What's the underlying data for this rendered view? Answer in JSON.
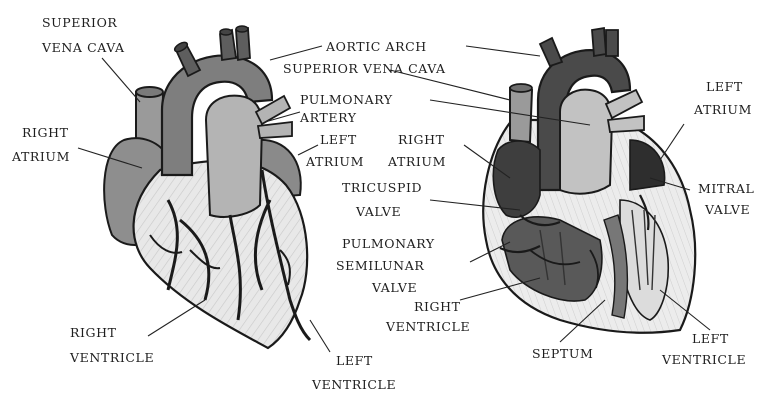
{
  "left_heart": {
    "superior_vena_cava": [
      "SUPERIOR",
      "VENA CAVA"
    ],
    "right_atrium": [
      "RIGHT",
      "ATRIUM"
    ],
    "right_ventricle": [
      "RIGHT",
      "VENTRICLE"
    ],
    "left_ventricle": [
      "LEFT",
      "VENTRICLE"
    ]
  },
  "shared": {
    "aortic_arch": "AORTIC ARCH",
    "superior_vena_cava": "SUPERIOR VENA CAVA",
    "pulmonary_artery": [
      "PULMONARY",
      "ARTERY"
    ],
    "left_atrium": [
      "LEFT",
      "ATRIUM"
    ],
    "right_atrium": [
      "RIGHT",
      "ATRIUM"
    ]
  },
  "right_heart": {
    "tricuspid_valve": [
      "TRICUSPID",
      "VALVE"
    ],
    "pulmonary_semilunar_valve": [
      "PULMONARY",
      "SEMILUNAR",
      "VALVE"
    ],
    "right_ventricle": [
      "RIGHT",
      "VENTRICLE"
    ],
    "septum": "SEPTUM",
    "left_atrium": [
      "LEFT",
      "ATRIUM"
    ],
    "mitral_valve": [
      "MITRAL",
      "VALVE"
    ],
    "left_ventricle": [
      "LEFT",
      "VENTRICLE"
    ]
  }
}
